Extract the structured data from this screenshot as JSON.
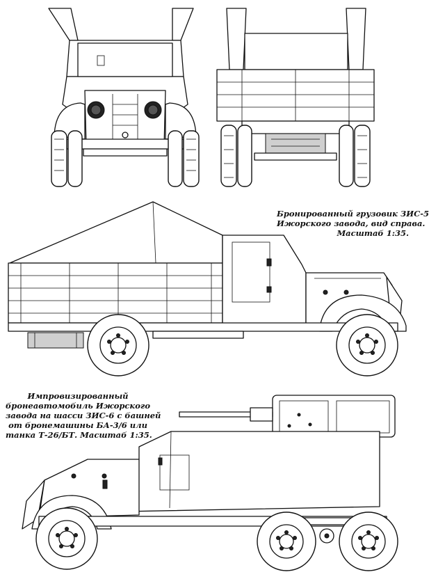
{
  "captions": {
    "truck_zis5": [
      "Бронированный грузовик ЗИС-5",
      "Ижорского завода, вид справа.",
      "Масштаб 1:35."
    ],
    "armored_car_zis6": [
      "Импровизированный",
      "бронеавтомобиль Ижорского",
      "завода на шасси ЗИС-6 с башней",
      "от бронемашины БА-3/6 или",
      "танка Т-26/БТ. Масштаб 1:35."
    ]
  }
}
